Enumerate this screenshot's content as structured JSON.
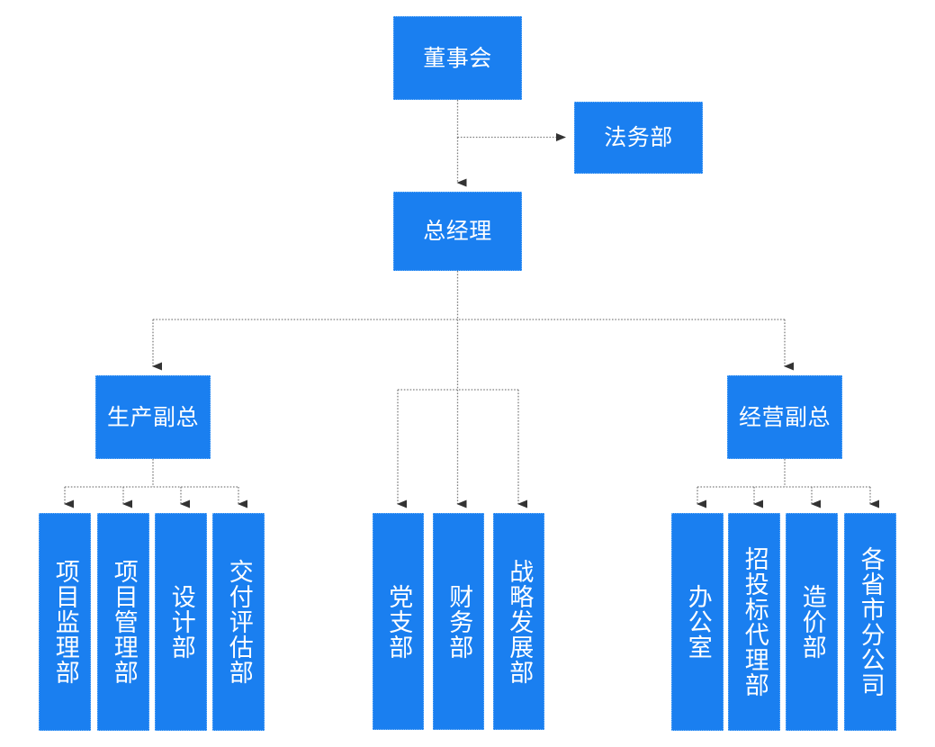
{
  "chart": {
    "type": "org-chart",
    "title": "",
    "background_color": "#ffffff",
    "node_fill_color": "#1a7ff0",
    "node_text_color": "#ffffff",
    "connector_color": "#808080",
    "connector_style": "dotted",
    "arrowhead_color": "#333333"
  },
  "nodes": {
    "board": {
      "label": "董事会",
      "level": 1,
      "orientation": "horizontal"
    },
    "legal": {
      "label": "法务部",
      "level": 1,
      "orientation": "horizontal"
    },
    "general_manager": {
      "label": "总经理",
      "level": 2,
      "orientation": "horizontal"
    },
    "production_vp": {
      "label": "生产副总",
      "level": 3,
      "orientation": "horizontal"
    },
    "operations_vp": {
      "label": "经营副总",
      "level": 3,
      "orientation": "horizontal"
    },
    "leaf_1": {
      "label": "项目监理部",
      "level": 4,
      "orientation": "vertical",
      "parent": "production_vp"
    },
    "leaf_2": {
      "label": "项目管理部",
      "level": 4,
      "orientation": "vertical",
      "parent": "production_vp"
    },
    "leaf_3": {
      "label": "设计部",
      "level": 4,
      "orientation": "vertical",
      "parent": "production_vp"
    },
    "leaf_4": {
      "label": "交付评估部",
      "level": 4,
      "orientation": "vertical",
      "parent": "production_vp"
    },
    "leaf_5": {
      "label": "党支部",
      "level": 4,
      "orientation": "vertical",
      "parent": "general_manager"
    },
    "leaf_6": {
      "label": "财务部",
      "level": 4,
      "orientation": "vertical",
      "parent": "general_manager"
    },
    "leaf_7": {
      "label": "战略发展部",
      "level": 4,
      "orientation": "vertical",
      "parent": "general_manager"
    },
    "leaf_8": {
      "label": "办公室",
      "level": 4,
      "orientation": "vertical",
      "parent": "operations_vp"
    },
    "leaf_9": {
      "label": "招投标代理部",
      "level": 4,
      "orientation": "vertical",
      "parent": "operations_vp"
    },
    "leaf_10": {
      "label": "造价部",
      "level": 4,
      "orientation": "vertical",
      "parent": "operations_vp"
    },
    "leaf_11": {
      "label": "各省市分公司",
      "level": 4,
      "orientation": "vertical",
      "parent": "operations_vp"
    }
  }
}
